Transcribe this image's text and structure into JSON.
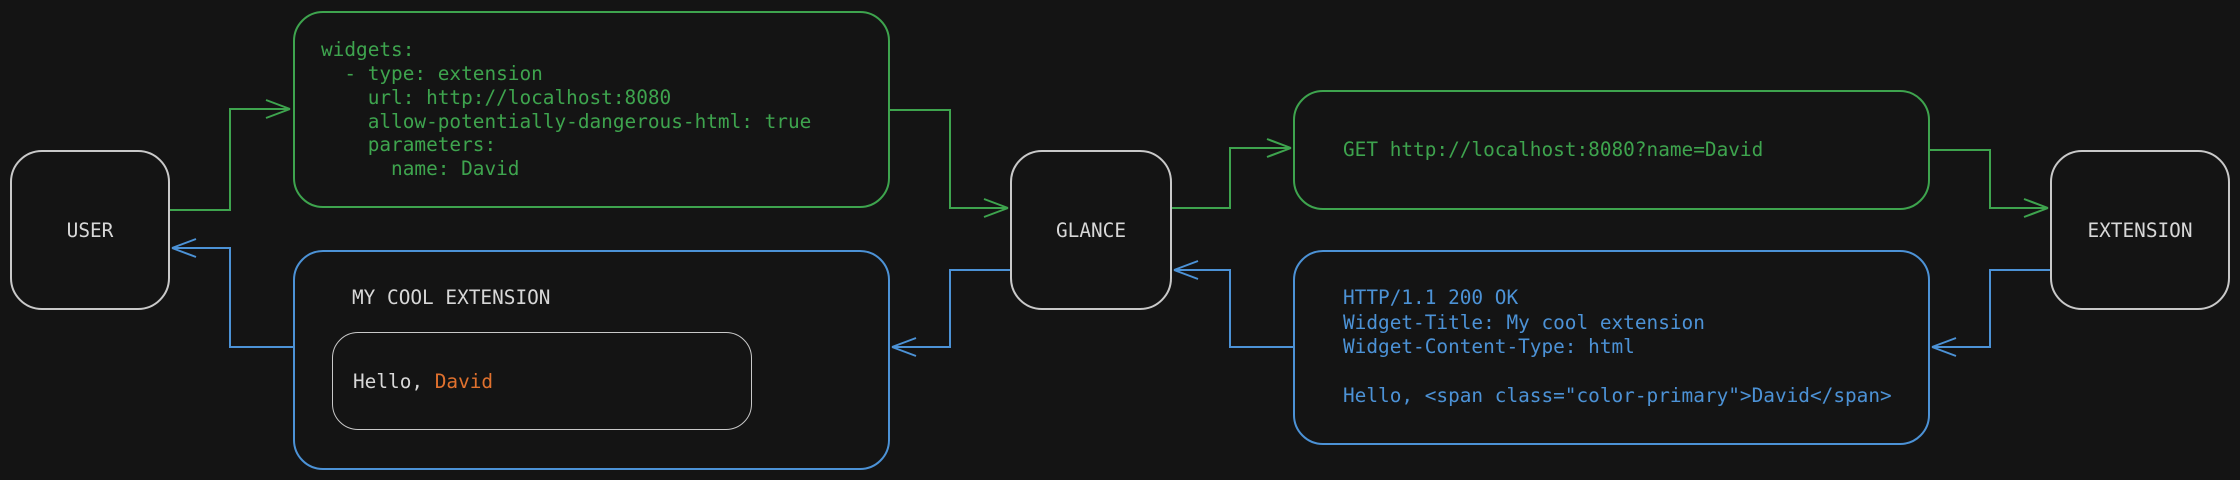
{
  "diagram": {
    "colors": {
      "background": "#141414",
      "green_accent": "#3EA44E",
      "blue_accent": "#4C92D6",
      "orange_accent": "#E0712E",
      "node_border": "#C9C9C9",
      "label_text": "#D8D8D8"
    },
    "nodes": {
      "user": {
        "label": "USER"
      },
      "glance": {
        "label": "GLANCE"
      },
      "extension": {
        "label": "EXTENSION"
      }
    },
    "yaml_config": {
      "text": "widgets:\n  - type: extension\n    url: http://localhost:8080\n    allow-potentially-dangerous-html: true\n    parameters:\n      name: David"
    },
    "get_request": {
      "text": "GET http://localhost:8080?name=David"
    },
    "http_response": {
      "text": "HTTP/1.1 200 OK\nWidget-Title: My cool extension\nWidget-Content-Type: html\n\nHello, <span class=\"color-primary\">David</span>"
    },
    "widget_preview": {
      "title": "MY COOL EXTENSION",
      "greeting_prefix": "Hello, ",
      "greeting_name": "David"
    }
  }
}
